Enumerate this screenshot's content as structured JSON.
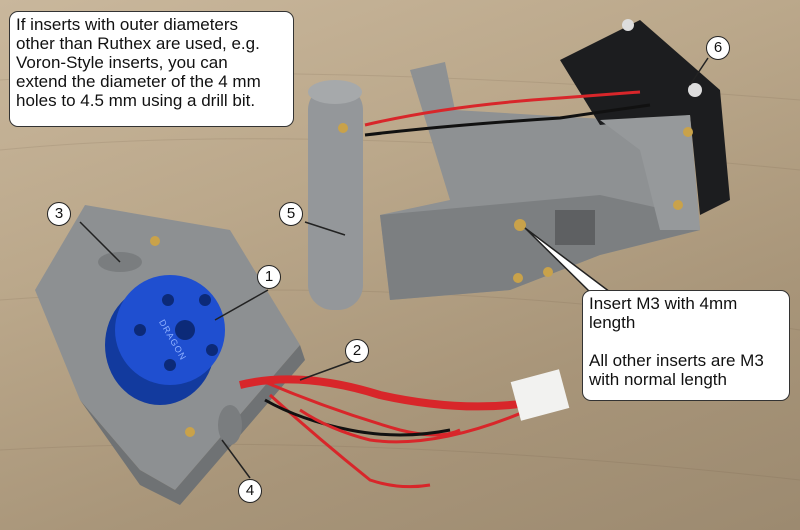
{
  "notes": {
    "top_left": [
      "If inserts with outer diameters",
      "other than Ruthex are used, e.g.",
      "Voron-Style inserts, you can",
      "extend the diameter of the 4 mm",
      "holes to 4.5 mm using a drill bit."
    ],
    "bottom_right": [
      "Insert M3 with 4mm",
      "length",
      "",
      "All other inserts are M3",
      "with normal length"
    ]
  },
  "callouts": [
    "1",
    "2",
    "3",
    "4",
    "5",
    "6"
  ],
  "motor_label": "DRAGON",
  "colors": {
    "wood": "#bba88b",
    "plastic": "#8d9092",
    "motor": "#1f4fd0",
    "wire_red": "#d8262a",
    "brass": "#c9a24a"
  }
}
